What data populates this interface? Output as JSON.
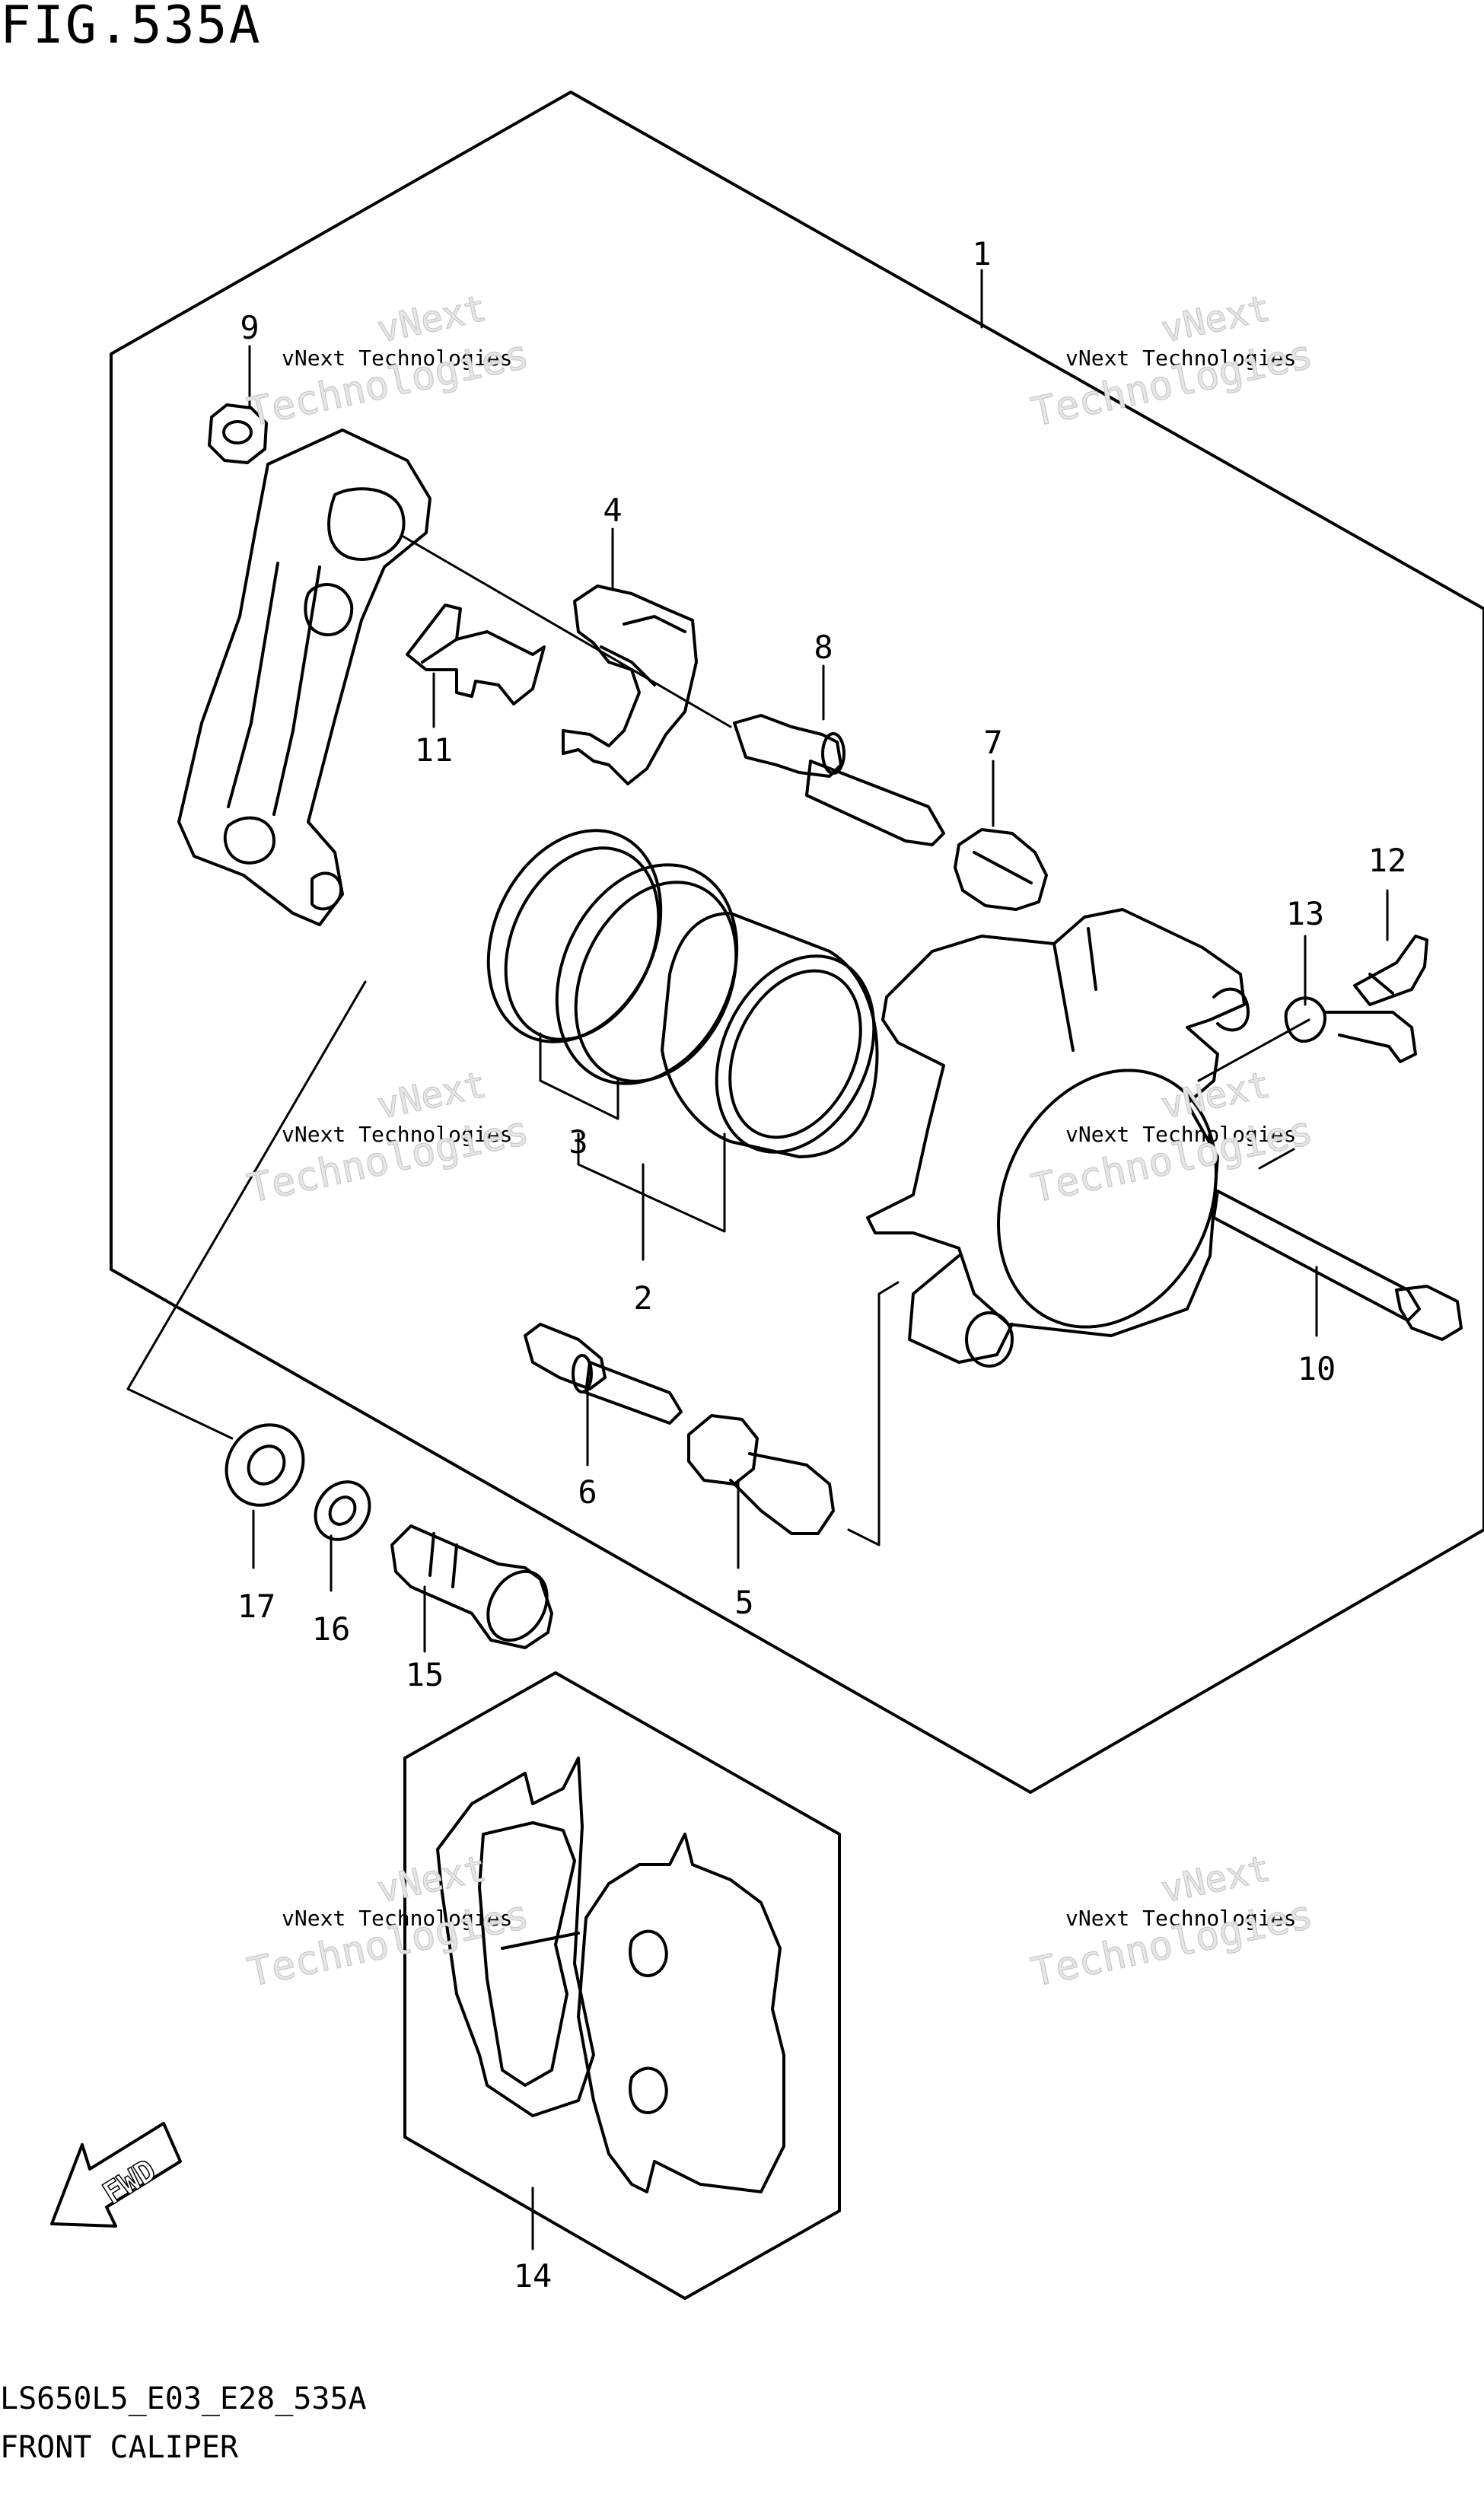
{
  "figure": {
    "title": "FIG.535A",
    "code": "LS650L5_E03_E28_535A",
    "name": "FRONT CALIPER"
  },
  "callouts": [
    {
      "id": "1",
      "label": "1"
    },
    {
      "id": "2",
      "label": "2"
    },
    {
      "id": "3",
      "label": "3"
    },
    {
      "id": "4",
      "label": "4"
    },
    {
      "id": "5",
      "label": "5"
    },
    {
      "id": "6",
      "label": "6"
    },
    {
      "id": "7",
      "label": "7"
    },
    {
      "id": "8",
      "label": "8"
    },
    {
      "id": "9",
      "label": "9"
    },
    {
      "id": "10",
      "label": "10"
    },
    {
      "id": "11",
      "label": "11"
    },
    {
      "id": "12",
      "label": "12"
    },
    {
      "id": "13",
      "label": "13"
    },
    {
      "id": "14",
      "label": "14"
    },
    {
      "id": "15",
      "label": "15"
    },
    {
      "id": "16",
      "label": "16"
    },
    {
      "id": "17",
      "label": "17"
    }
  ],
  "watermark": {
    "brand_line": "vNext Technologies",
    "top_word": "vNext",
    "bottom_word": "Technologies"
  },
  "direction_arrow": {
    "label": "FWD"
  }
}
